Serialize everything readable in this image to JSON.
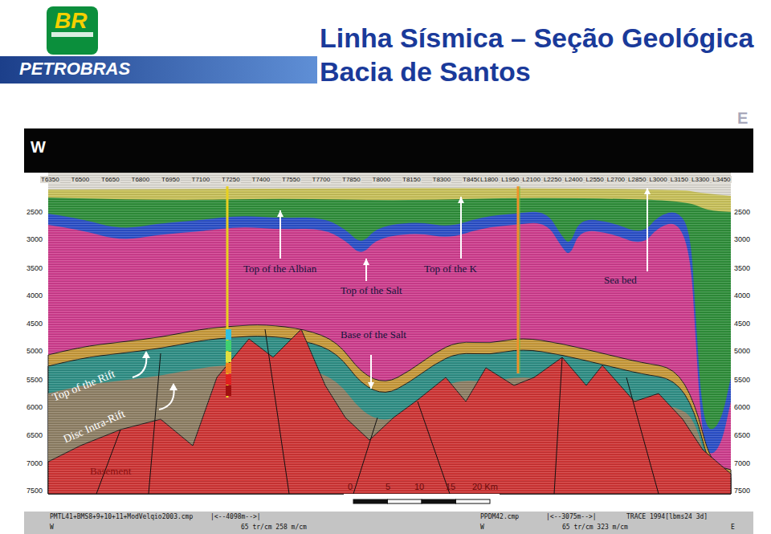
{
  "diagram": {
    "title": "Linha Sísmica – Seção Geológica Bacia de Santos",
    "labels": [
      "PETROBRAS",
      "BR",
      "W",
      "E",
      "T6350",
      "T6500",
      "T6650",
      "T6800",
      "T6950",
      "T7100",
      "T7250",
      "T7400",
      "T7550",
      "T7700",
      "T7850",
      "T8000",
      "T8150",
      "T8300",
      "T8450",
      "L1800",
      "L1950",
      "L2100",
      "L2250",
      "L2400",
      "L2550",
      "L2700",
      "L2850",
      "L3000",
      "L3150",
      "L3300",
      "L3450",
      "2500",
      "3000",
      "3500",
      "4000",
      "4500",
      "5000",
      "5500",
      "6000",
      "6500",
      "7000",
      "7500",
      "2500",
      "3000",
      "3500",
      "4000",
      "4500",
      "5000",
      "5500",
      "6000",
      "6500",
      "7000",
      "7500",
      "Top of the Albian",
      "Top of the Salt",
      "Top of the K",
      "Sea bed",
      "Base of the Salt",
      "Top of the Rift",
      "Disc Intra-Rift",
      "Basement",
      "0",
      "5",
      "10",
      "15",
      "20 Km",
      "PMTL41+BMS8+9+10+11+ModVelqio2003.cmp",
      "|<--4098m-->|",
      "65 tr/cm 258 m/cm",
      "W",
      "PPDM42.cmp",
      "|<--3075m-->|",
      "TRACE 1994[lbms24 3d]",
      "W",
      "65 tr/cm 323 m/cm",
      "E"
    ]
  }
}
